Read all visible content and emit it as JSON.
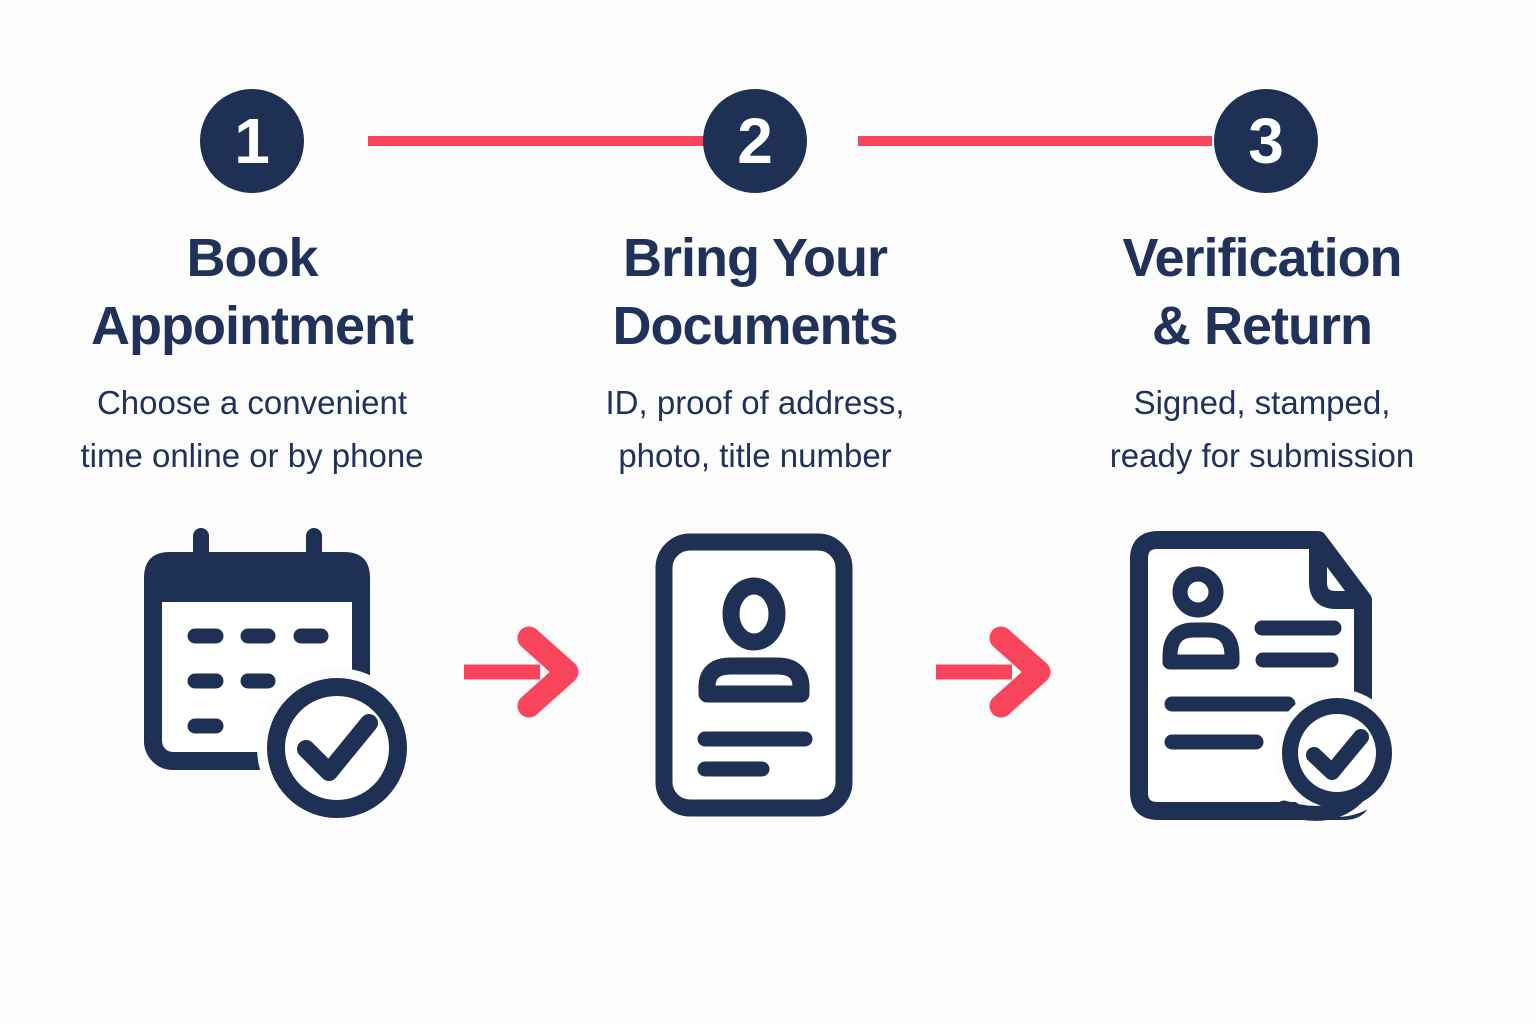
{
  "colors": {
    "background": "#fcfcfc",
    "navy": "#1e3054",
    "text_navy": "#20325a",
    "red": "#f8455c"
  },
  "steps": [
    {
      "number": "1",
      "title_line1": "Book",
      "title_line2": "Appointment",
      "desc_line1": "Choose a convenient",
      "desc_line2": "time online or by phone",
      "icon": "calendar-check-icon"
    },
    {
      "number": "2",
      "title_line1": "Bring Your",
      "title_line2": "Documents",
      "desc_line1": "ID, proof of address,",
      "desc_line2": "photo, title number",
      "icon": "id-card-icon"
    },
    {
      "number": "3",
      "title_line1": "Verification",
      "title_line2": "& Return",
      "desc_line1": "Signed, stamped,",
      "desc_line2": "ready for submission",
      "icon": "document-check-icon"
    }
  ]
}
